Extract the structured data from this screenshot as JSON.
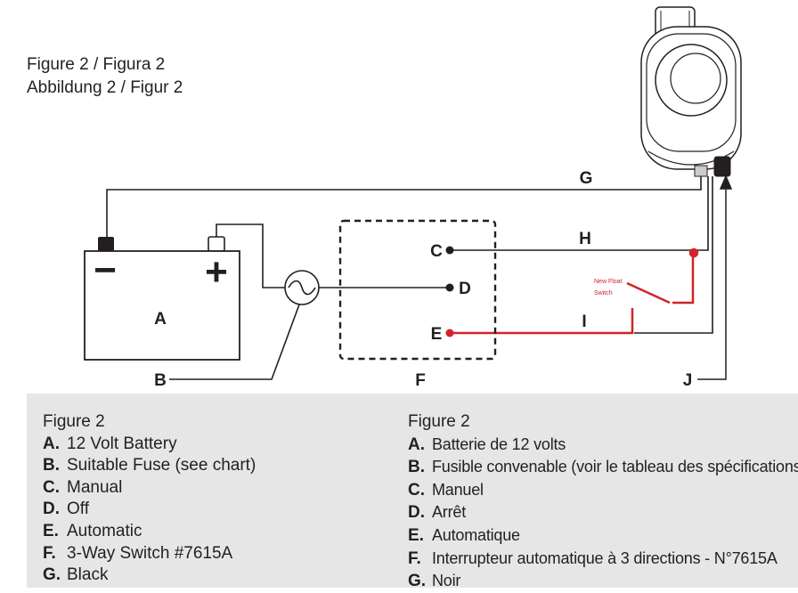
{
  "title": {
    "line1": "Figure 2  /  Figura 2",
    "line2": "Abbildung 2  /  Figur 2"
  },
  "diagram": {
    "labels": {
      "A": "A",
      "B": "B",
      "C": "C",
      "D": "D",
      "E": "E",
      "F": "F",
      "G": "G",
      "H": "H",
      "I": "I",
      "J": "J"
    },
    "battery_minus": "−",
    "battery_plus": "+",
    "new_float_switch_line1": "New Float",
    "new_float_switch_line2": "Switch"
  },
  "colors": {
    "wire": "#231f20",
    "red_wire": "#d2232a",
    "legend_background": "#e6e6e6"
  },
  "legend": {
    "english": {
      "heading": "Figure 2",
      "items": [
        {
          "key": "A.",
          "text": "12 Volt Battery"
        },
        {
          "key": "B.",
          "text": "Suitable Fuse (see chart)"
        },
        {
          "key": "C.",
          "text": "Manual"
        },
        {
          "key": "D.",
          "text": "Off"
        },
        {
          "key": "E.",
          "text": "Automatic"
        },
        {
          "key": "F.",
          "text": "3-Way Switch #7615A"
        },
        {
          "key": "G.",
          "text": "Black"
        }
      ]
    },
    "french": {
      "heading": "Figure 2",
      "items": [
        {
          "key": "A.",
          "text": "Batterie de 12 volts"
        },
        {
          "key": "B.",
          "text": "Fusible convenable (voir le tableau des spécifications)"
        },
        {
          "key": "C.",
          "text": "Manuel"
        },
        {
          "key": "D.",
          "text": "Arrêt"
        },
        {
          "key": "E.",
          "text": "Automatique"
        },
        {
          "key": "F.",
          "text": "Interrupteur automatique à 3 directions - N°7615A"
        },
        {
          "key": "G.",
          "text": "Noir"
        }
      ]
    }
  }
}
